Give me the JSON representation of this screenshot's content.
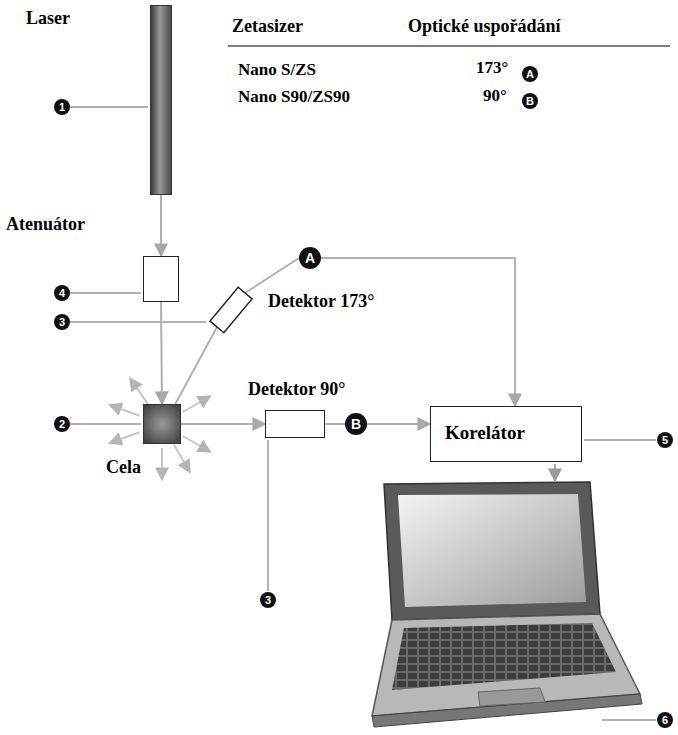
{
  "diagram": {
    "nodes": [
      {
        "text": [
          "Laser"
        ]
      },
      {
        "text": [
          "Atenuátor"
        ]
      },
      {
        "text": [
          "Detektor 173°"
        ]
      },
      {
        "text": [
          "Cela"
        ]
      },
      {
        "text": [
          "Detektor 90°"
        ]
      },
      {
        "text": [
          "Korelátor"
        ]
      },
      {
        "text": [
          "A"
        ]
      },
      {
        "text": [
          "B"
        ]
      }
    ],
    "edges": [
      {
        "from": 0,
        "to": 1,
        "arrow": "to"
      },
      {
        "from": 1,
        "to": 3,
        "arrow": "to"
      },
      {
        "from": 3,
        "to": 2,
        "arrow": "none"
      },
      {
        "from": 3,
        "to": 4,
        "arrow": "to"
      },
      {
        "from": 2,
        "to": 6,
        "arrow": "none"
      },
      {
        "from": 6,
        "to": 5,
        "arrow": "to"
      },
      {
        "from": 4,
        "to": 7,
        "arrow": "none"
      },
      {
        "from": 7,
        "to": 5,
        "arrow": "to"
      }
    ],
    "labels": [
      "Zetasizer",
      "Optické uspořádání",
      "Nano S/ZS",
      "173°",
      "A",
      "Nano S90/ZS90",
      "90°",
      "B",
      "1",
      "4",
      "3",
      "2",
      "3",
      "5",
      "6"
    ]
  }
}
